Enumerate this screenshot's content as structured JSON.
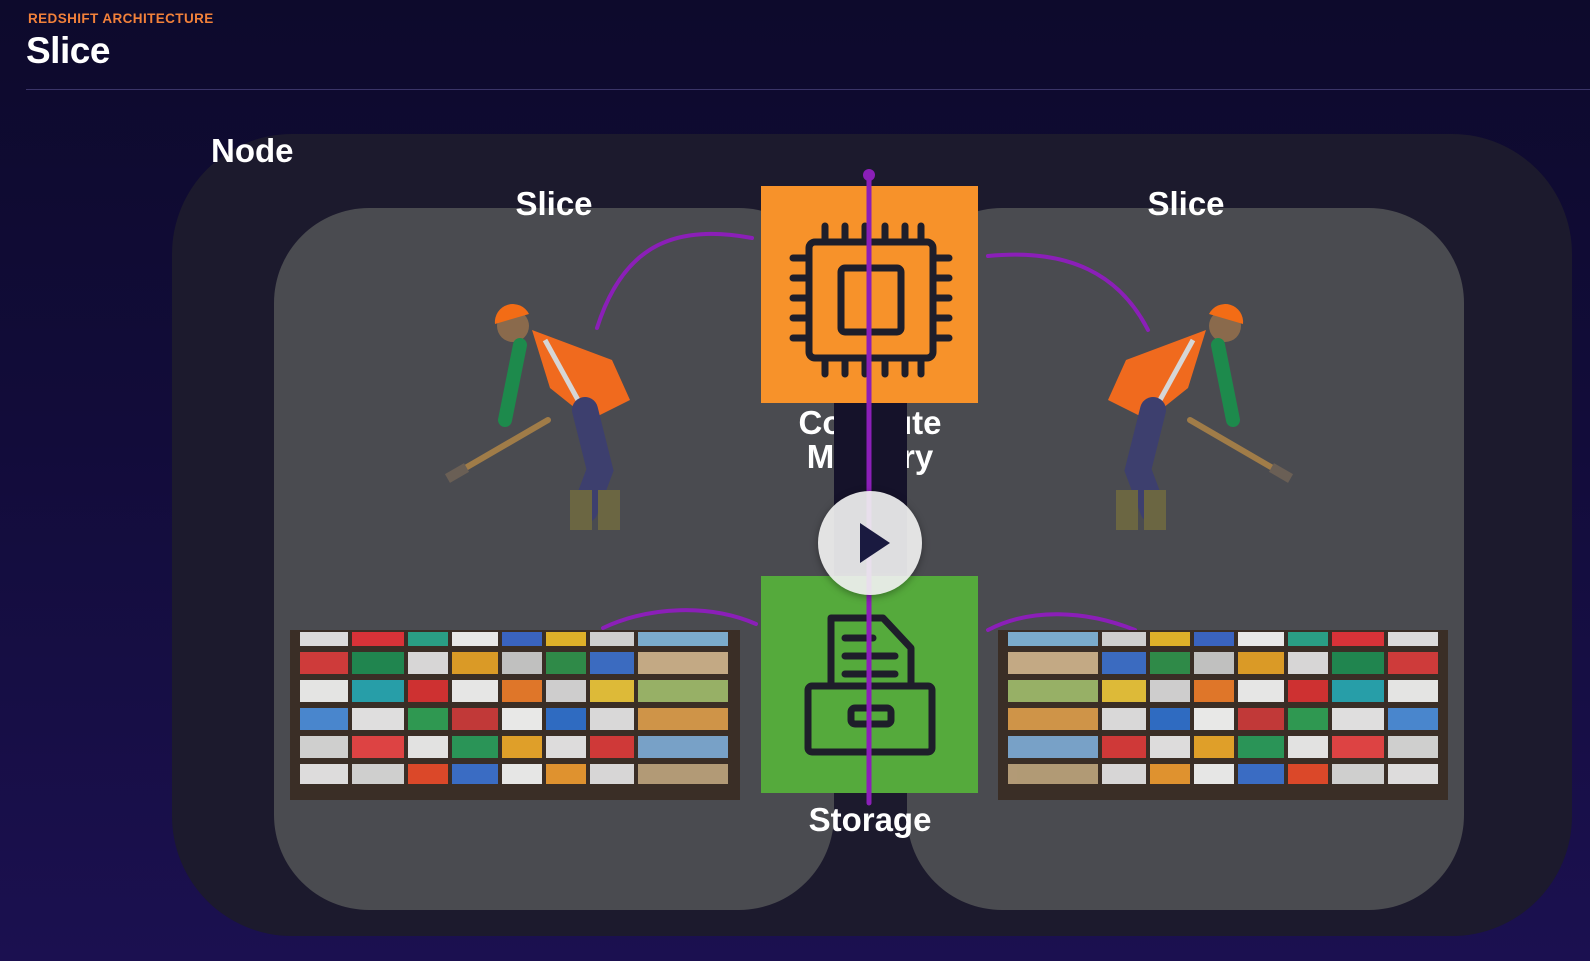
{
  "header": {
    "eyebrow": "REDSHIFT ARCHITECTURE",
    "title": "Slice"
  },
  "diagram": {
    "node_label": "Node",
    "slice_left_label": "Slice",
    "slice_right_label": "Slice",
    "compute_label_line1": "Compute",
    "compute_label_line2": "Memory",
    "storage_label": "Storage"
  },
  "icons": {
    "compute": "cpu-chip-icon",
    "storage": "file-cabinet-icon",
    "play": "play-icon"
  },
  "colors": {
    "accent": "#f2813a",
    "compute": "#f7922a",
    "storage": "#55aa3c",
    "connector": "#8b1fb8"
  }
}
